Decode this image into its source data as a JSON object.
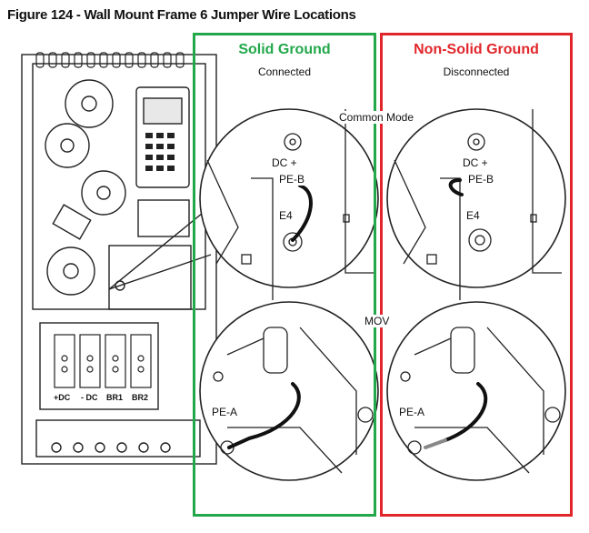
{
  "figure": {
    "title": "Figure 124 - Wall Mount Frame 6 Jumper Wire Locations"
  },
  "solid": {
    "title": "Solid Ground",
    "status": "Connected",
    "color": "#22a84a"
  },
  "nonsolid": {
    "title": "Non-Solid Ground",
    "status": "Disconnected",
    "color": "#e0262b"
  },
  "labels": {
    "common_mode": "Common Mode",
    "mov": "MOV",
    "dc_plus": "DC +",
    "pe_b": "PE-B",
    "e4": "E4",
    "pe_a": "PE-A"
  },
  "terminals": [
    "+DC",
    "- DC",
    "BR1",
    "BR2"
  ]
}
